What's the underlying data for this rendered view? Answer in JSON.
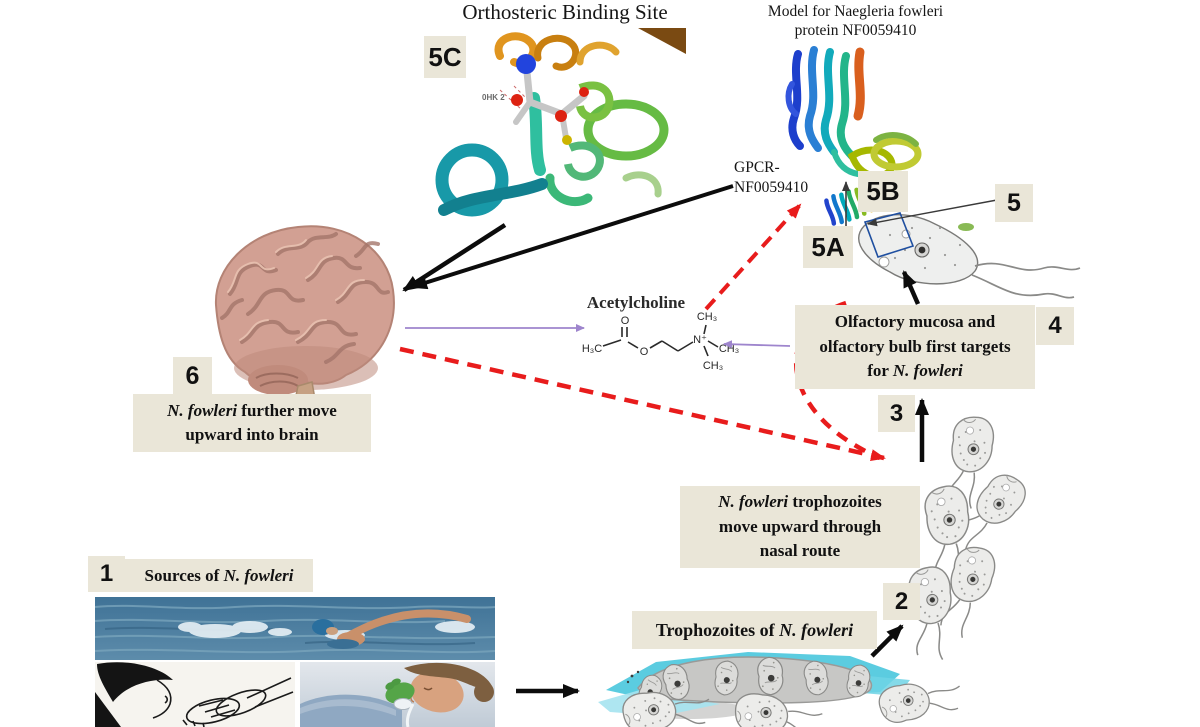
{
  "titles": {
    "orthosteric": "Orthosteric Binding Site",
    "model_line1": "Model for Naegleria  fowleri",
    "model_line2": "protein NF0059410",
    "gpcr_line1": "GPCR-",
    "gpcr_line2": "NF0059410",
    "acetylcholine": "Acetylcholine",
    "ligand_code": "0HK 2"
  },
  "step_labels": {
    "one": "1",
    "two": "2",
    "three": "3",
    "four": "4",
    "five": "5",
    "five_a": "5A",
    "five_b": "5B",
    "five_c": "5C",
    "six": "6"
  },
  "boxes": {
    "sources": {
      "pre": "Sources of ",
      "italic": "N. fowleri"
    },
    "olfactory": {
      "line1": "Olfactory mucosa and",
      "line2": "olfactory bulb  first targets",
      "line3_pre": "for ",
      "line3_italic": "N. fowleri"
    },
    "brain_move": {
      "line1_italic": "N. fowleri",
      "line1_rest": "  further move",
      "line2": "upward into brain"
    },
    "nasal_route": {
      "line1_italic": "N. fowleri",
      "line1_rest": "  trophozoites",
      "line2": "move upward through",
      "line3": "nasal route"
    },
    "trophozoites": {
      "pre": "Trophozoites of ",
      "italic": "N. fowleri"
    }
  },
  "chemistry": {
    "h3c": "H₃C",
    "carbonyl_o": "O",
    "ester_o": "O",
    "n_plus": "N⁺",
    "ch3_top": "CH₃",
    "ch3_right": "CH₃",
    "ch3_bottom": "CH₃"
  },
  "colors": {
    "label_box_bg": "#eae6d8",
    "red_dashed_arrow": "#e81c1c",
    "purple_arrow": "#9e85cd",
    "cyan_mucosa": "#49c7dd",
    "brain_pink": "#d2a093"
  }
}
